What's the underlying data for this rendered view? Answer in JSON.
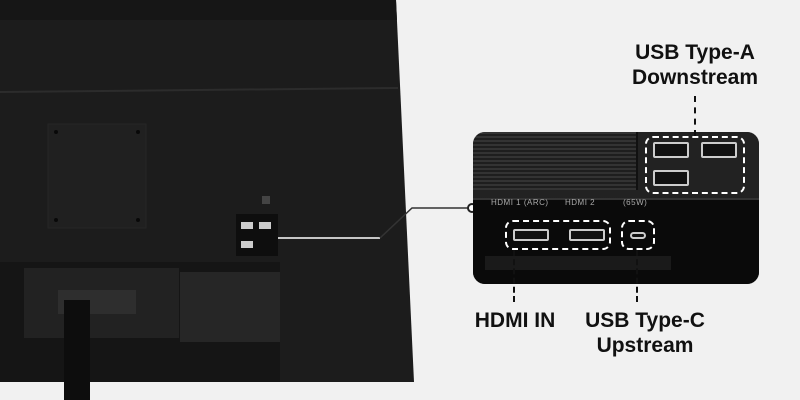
{
  "callouts": {
    "usb_a": {
      "line1": "USB Type-A",
      "line2": "Downstream"
    },
    "hdmi": {
      "line1": "HDMI IN"
    },
    "usb_c": {
      "line1": "USB Type-C",
      "line2": "Upstream"
    }
  },
  "port_labels": {
    "hdmi1": "HDMI 1 (ARC)",
    "hdmi2": "HDMI 2",
    "usbc": "(65W)"
  }
}
